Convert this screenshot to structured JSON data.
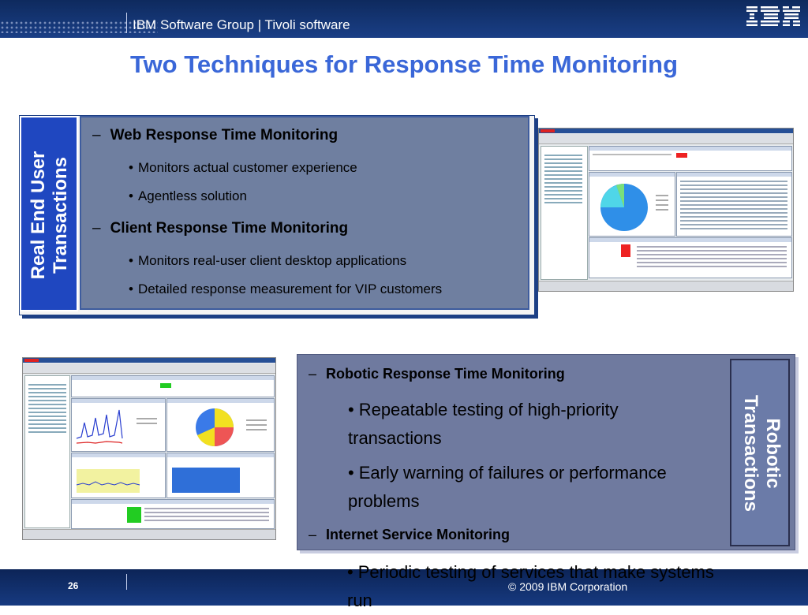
{
  "header": {
    "group": "IBM Software Group | Tivoli software",
    "logo_text": "IBM"
  },
  "title": "Two Techniques for Response Time Monitoring",
  "top_panel": {
    "ribbon": "Real End User Transactions",
    "sections": [
      {
        "heading": "Web Response Time Monitoring",
        "bullets": [
          "Monitors actual customer experience",
          "Agentless solution"
        ]
      },
      {
        "heading": "Client Response Time Monitoring",
        "bullets": [
          "Monitors real-user client desktop applications",
          "Detailed response measurement for VIP customers"
        ]
      }
    ]
  },
  "bottom_panel": {
    "ribbon": "Robotic Transactions",
    "sections": [
      {
        "heading": "Robotic Response Time Monitoring",
        "bullets": [
          "Repeatable testing of high-priority transactions",
          "Early warning of failures or performance problems"
        ]
      },
      {
        "heading": "Internet Service Monitoring",
        "bullets": [
          "Periodic testing of services that make systems run"
        ]
      }
    ]
  },
  "footer": {
    "page_number": "26",
    "copyright": "© 2009 IBM Corporation"
  },
  "colors": {
    "title": "#3a67d8",
    "header_bg": "#0e2a5e",
    "ribbon_blue": "#1f47c0",
    "panel_top": "#6f7fa0",
    "panel_bottom": "#6f7a9f"
  },
  "icons": [
    "ibm-logo",
    "dash-bullet",
    "dot-bullet"
  ]
}
